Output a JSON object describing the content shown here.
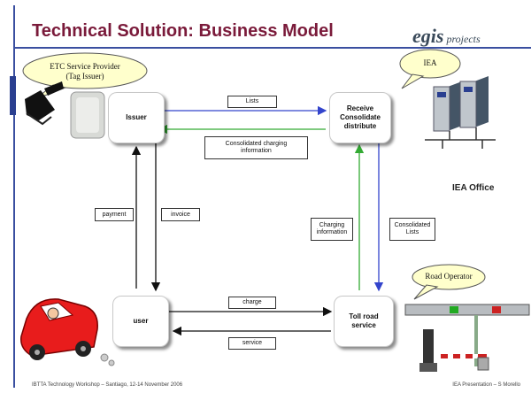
{
  "slide": {
    "title": "Technical Solution: Business Model",
    "logo_main": "egis",
    "logo_sub": " projects",
    "office_label": "IEA Office",
    "footer_left": "IBTTA Technology Workshop – Santiago, 12-14 November 2006",
    "footer_right": "IEA  Presentation – S Morello"
  },
  "callouts": {
    "etc_line1": "ETC Service Provider",
    "etc_line2": "(Tag Issuer)",
    "iea": "IEA",
    "road": "Road Operator"
  },
  "nodes": {
    "issuer": "Issuer",
    "receive_line1": "Receive",
    "receive_line2": "Consolidate",
    "receive_line3": "distribute",
    "user": "user",
    "toll_line1": "Toll road",
    "toll_line2": "service"
  },
  "flows": {
    "lists": "Lists",
    "consolidated_line1": "Consolidated charging",
    "consolidated_line2": "information",
    "payment": "payment",
    "invoice": "invoice",
    "charging_line1": "Charging",
    "charging_line2": "information",
    "clists_line1": "Consolidated",
    "clists_line2": "Lists",
    "charge": "charge",
    "service": "service"
  },
  "colors": {
    "title": "#7a1a3a",
    "rule": "#3a4fa0",
    "blue_arrow": "#3344cc",
    "green_arrow": "#33aa33",
    "black_arrow": "#111111",
    "callout_fill": "#ffffcc"
  }
}
